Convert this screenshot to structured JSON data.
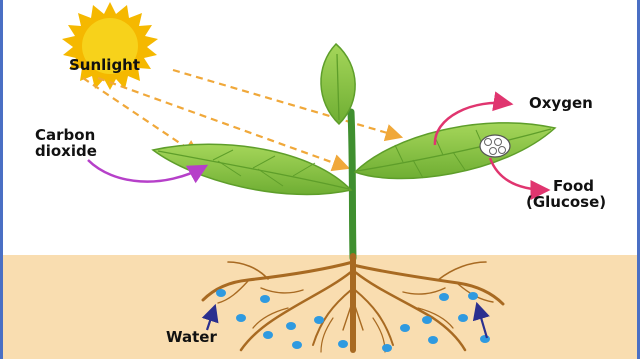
{
  "labels": {
    "sunlight": "Sunlight",
    "carbon_dioxide_line1": "Carbon",
    "carbon_dioxide_line2": "dioxide",
    "oxygen": "Oxygen",
    "food_line1": "Food",
    "food_line2": "(Glucose)",
    "water": "Water"
  },
  "colors": {
    "sun": "#f7d21b",
    "sun_rays": "#f5b800",
    "light_arrows": "#f0a83a",
    "leaf": "#8cc63f",
    "leaf_dark": "#5e9e2a",
    "stem": "#3f8f2f",
    "soil": "#f9ddb0",
    "roots": "#a86a22",
    "water_drops": "#2f9ae0",
    "co2_arrow": "#b640c9",
    "oxygen_arrow": "#e0356f",
    "food_arrow": "#e0356f",
    "water_arrows": "#2a2f8f"
  },
  "icons": [
    "sun-icon",
    "plant-icon",
    "roots-icon",
    "water-drop-icon",
    "glucose-molecule-icon"
  ]
}
